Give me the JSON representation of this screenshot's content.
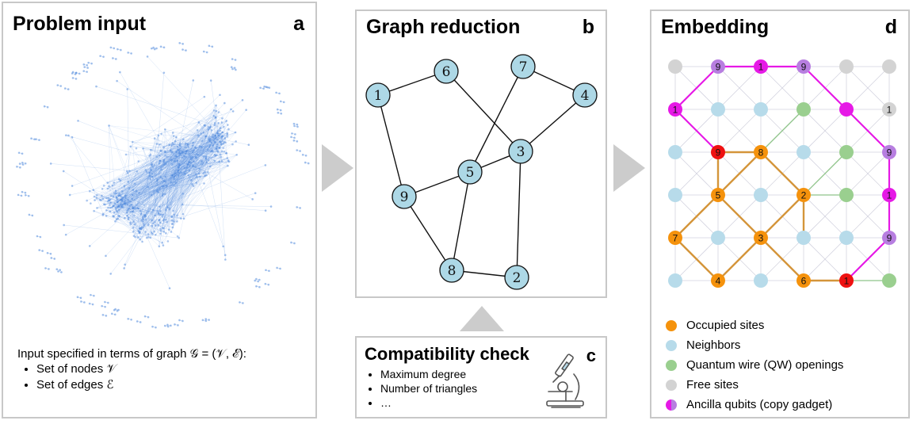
{
  "panel_a": {
    "title": "Problem input",
    "letter": "a",
    "caption": "Input specified in terms of graph 𝒢 = (𝒱, ℰ):",
    "bullets": [
      "Set of nodes 𝒱",
      "Set of edges ℰ"
    ]
  },
  "panel_b": {
    "title": "Graph reduction",
    "letter": "b",
    "nodes": [
      {
        "id": "1",
        "label": "1"
      },
      {
        "id": "6",
        "label": "6"
      },
      {
        "id": "7",
        "label": "7"
      },
      {
        "id": "4",
        "label": "4"
      },
      {
        "id": "3",
        "label": "3"
      },
      {
        "id": "5",
        "label": "5"
      },
      {
        "id": "9",
        "label": "9"
      },
      {
        "id": "8",
        "label": "8"
      },
      {
        "id": "2",
        "label": "2"
      }
    ],
    "edges": [
      [
        "1",
        "6"
      ],
      [
        "1",
        "9"
      ],
      [
        "6",
        "3"
      ],
      [
        "7",
        "4"
      ],
      [
        "7",
        "5"
      ],
      [
        "4",
        "3"
      ],
      [
        "3",
        "5"
      ],
      [
        "3",
        "2"
      ],
      [
        "5",
        "9"
      ],
      [
        "5",
        "8"
      ],
      [
        "9",
        "8"
      ],
      [
        "8",
        "2"
      ]
    ]
  },
  "panel_c": {
    "title": "Compatibility check",
    "letter": "c",
    "items": [
      "Maximum degree",
      "Number of triangles",
      "…"
    ],
    "icon": "microscope-icon"
  },
  "panel_d": {
    "title": "Embedding",
    "letter": "d",
    "grid_labels": {
      "r0c1": "9",
      "r0c2": "1",
      "r0c3": "9",
      "r1c0": "1",
      "r1c5": "1",
      "r2c1": "9",
      "r2c2": "8",
      "r2c5": "9",
      "r3c1": "5",
      "r3c3": "2",
      "r3c5": "1",
      "r4c0": "7",
      "r4c2": "3",
      "r4c5": "9",
      "r5c1": "4",
      "r5c3": "6",
      "r5c4": "1"
    },
    "legend": [
      {
        "label": "Occupied sites",
        "color": "#f5920c"
      },
      {
        "label": "Neighbors",
        "color": "#b7dbea"
      },
      {
        "label": "Quantum wire (QW) openings",
        "color": "#9acf8f"
      },
      {
        "label": "Free sites",
        "color": "#d3d3d3"
      },
      {
        "label": "Ancilla qubits (copy gadget)",
        "color": "#e619e6"
      }
    ]
  },
  "colors": {
    "occupied": "#f5920c",
    "neighbor": "#b7dbea",
    "qw": "#9acf8f",
    "free": "#d3d3d3",
    "ancilla_magenta": "#e619e6",
    "ancilla_purple": "#b77ee0",
    "red": "#ee1111",
    "graph_node": "#add8e6",
    "network_blue": "#4a86dc"
  }
}
